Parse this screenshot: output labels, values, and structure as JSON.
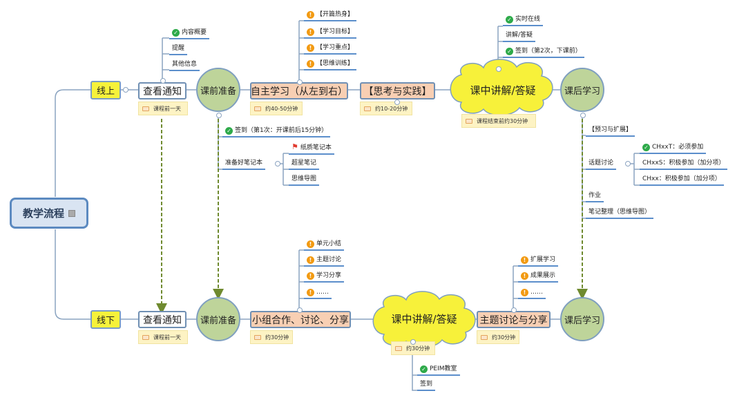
{
  "root": {
    "label": "教学流程"
  },
  "online": {
    "branch_label": "线上",
    "check_notice": {
      "label": "查看通知",
      "note": "课程前一天",
      "items": [
        {
          "text": "内容概要",
          "icon": "check-icon"
        },
        {
          "text": "提醒",
          "icon": ""
        },
        {
          "text": "其他信息",
          "icon": ""
        }
      ]
    },
    "prep": {
      "label": "课前准备",
      "items": [
        {
          "text": "签到（第1次：开课前后15分钟）",
          "icon": "check-icon"
        },
        {
          "text": "准备好笔记本",
          "icon": ""
        }
      ],
      "notebook_items": [
        {
          "text": "纸质笔记本",
          "icon": "flag-icon"
        },
        {
          "text": "超星笔记",
          "icon": ""
        },
        {
          "text": "思维导图",
          "icon": ""
        }
      ]
    },
    "self_study": {
      "label": "自主学习（从左到右）",
      "note": "约40-50分钟",
      "items": [
        {
          "text": "【开篇热身】",
          "icon": "warning-icon"
        },
        {
          "text": "【学习目标】",
          "icon": "warning-icon"
        },
        {
          "text": "【学习重点】",
          "icon": "warning-icon"
        },
        {
          "text": "【思维训练】",
          "icon": "warning-icon"
        }
      ]
    },
    "practice": {
      "label": "【思考与实践】",
      "note": "约10-20分钟"
    },
    "lecture": {
      "label": "课中讲解/答疑",
      "note": "课程结束前约30分钟",
      "items": [
        {
          "text": "实时在线",
          "icon": "check-icon"
        },
        {
          "text": "讲解/答疑",
          "icon": ""
        },
        {
          "text": "签到（第2次，下课前）",
          "icon": "check-icon"
        }
      ]
    },
    "after": {
      "label": "课后学习",
      "items": [
        {
          "text": "【预习与扩展】",
          "icon": ""
        },
        {
          "text": "话题讨论",
          "icon": ""
        },
        {
          "text": "作业",
          "icon": ""
        },
        {
          "text": "笔记整理（思维导图）",
          "icon": ""
        }
      ],
      "topic_items": [
        {
          "text": "CHxxT：必须参加",
          "icon": "check-icon"
        },
        {
          "text": "CHxxS：积极参加（加分项）",
          "icon": ""
        },
        {
          "text": "CHxx：积极参加（加分项）",
          "icon": ""
        }
      ]
    }
  },
  "offline": {
    "branch_label": "线下",
    "check_notice": {
      "label": "查看通知",
      "note": "课程前一天"
    },
    "prep": {
      "label": "课前准备"
    },
    "group": {
      "label": "小组合作、讨论、分享",
      "note": "约30分钟",
      "items": [
        {
          "text": "单元小结",
          "icon": "warning-icon"
        },
        {
          "text": "主题讨论",
          "icon": "warning-icon"
        },
        {
          "text": "学习分享",
          "icon": "warning-icon"
        },
        {
          "text": "……",
          "icon": "warning-icon"
        }
      ]
    },
    "lecture": {
      "label": "课中讲解/答疑",
      "note": "约30分钟",
      "items": [
        {
          "text": "PEIM教室",
          "icon": "check-icon"
        },
        {
          "text": "签到",
          "icon": ""
        }
      ]
    },
    "topic_share": {
      "label": "主题讨论与分享",
      "note": "约30分钟",
      "items": [
        {
          "text": "扩展学习",
          "icon": "warning-icon"
        },
        {
          "text": "成果展示",
          "icon": "warning-icon"
        },
        {
          "text": "……",
          "icon": "warning-icon"
        }
      ]
    },
    "after": {
      "label": "课后学习"
    }
  },
  "colors": {
    "connector": "#8aa3c0",
    "dashed_arrow": "#6f8a2f",
    "circle_fill": "#bed49a",
    "cloud_fill": "#f7f13a",
    "branch_fill": "#f6f23a",
    "peach_fill": "#f8cfb3",
    "leaf_underline": "#5b8ecb"
  }
}
